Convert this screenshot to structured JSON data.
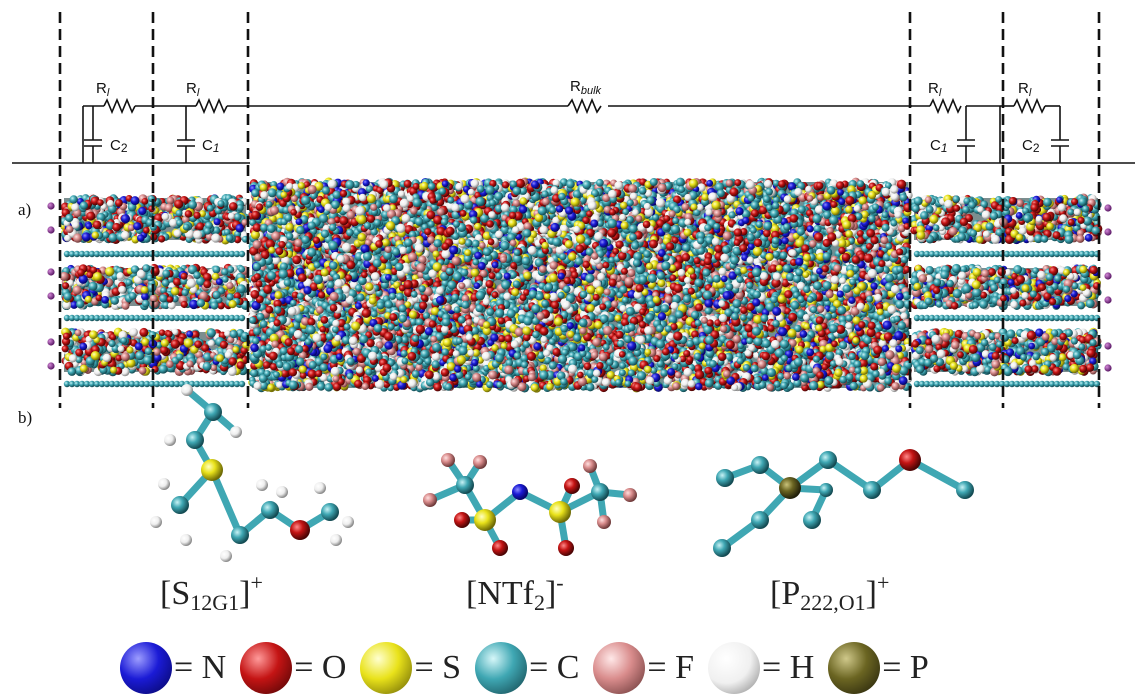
{
  "circuit": {
    "resistors": [
      {
        "label": "R",
        "sub": "l"
      },
      {
        "label": "R",
        "sub": "l"
      },
      {
        "label": "R",
        "sub": "bulk"
      },
      {
        "label": "R",
        "sub": "l"
      },
      {
        "label": "R",
        "sub": "l"
      }
    ],
    "capacitors": [
      {
        "label": "C",
        "sub": "2"
      },
      {
        "label": "C",
        "sub": "1"
      },
      {
        "label": "C",
        "sub": "1"
      },
      {
        "label": "C",
        "sub": "2"
      }
    ]
  },
  "panels": {
    "a": "a)",
    "b": "b)"
  },
  "molecules": [
    {
      "main": "[S",
      "sub": "12G1",
      "close": "]",
      "sup": "+"
    },
    {
      "main": "[NTf",
      "sub": "2",
      "close": "]",
      "sup": "-"
    },
    {
      "main": "[P",
      "sub": "222,O1",
      "close": "]",
      "sup": "+"
    }
  ],
  "legend": [
    {
      "symbol": "= N",
      "color": "#1b1bd6",
      "icon": "nitrogen-sphere"
    },
    {
      "symbol": "= O",
      "color": "#c41414",
      "icon": "oxygen-sphere"
    },
    {
      "symbol": "= S",
      "color": "#e9e21a",
      "icon": "sulfur-sphere"
    },
    {
      "symbol": "= C",
      "color": "#3fa7b3",
      "icon": "carbon-sphere"
    },
    {
      "symbol": "= F",
      "color": "#d98c8c",
      "icon": "fluorine-sphere"
    },
    {
      "symbol": "= H",
      "color": "#eeeeee",
      "icon": "hydrogen-sphere"
    },
    {
      "symbol": "= P",
      "color": "#6b6522",
      "icon": "phosphorus-sphere"
    }
  ]
}
